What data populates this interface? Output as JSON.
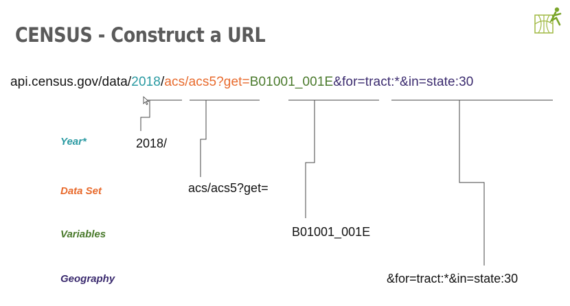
{
  "title": "CENSUS - Construct a URL",
  "logo_icon": "census-logo-icon",
  "colors": {
    "year": "#2a9aa2",
    "dataset": "#e86a2c",
    "variables": "#4a7a2c",
    "geography": "#3a2a6e",
    "title": "#5a5a5a"
  },
  "url": {
    "base": "api.census.gov/data/",
    "year": "2018",
    "sep": "/",
    "dataset": "acs/acs5?get=",
    "variables": "B01001_001E",
    "geography": "&for=tract:*&in=state:30"
  },
  "categories": {
    "year": "Year*",
    "dataset": "Data Set",
    "variables": "Variables",
    "geography": "Geography"
  },
  "parts": {
    "year": "2018/",
    "dataset": "acs/acs5?get=",
    "variables": "B01001_001E",
    "geography": "&for=tract:*&in=state:30"
  }
}
